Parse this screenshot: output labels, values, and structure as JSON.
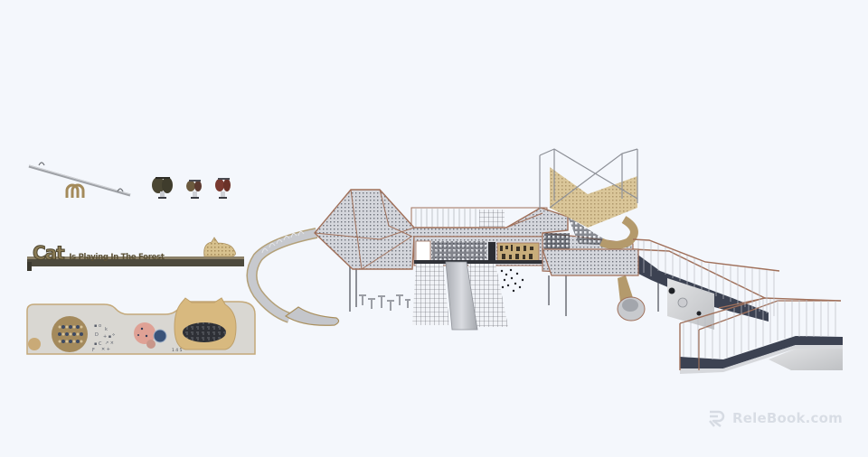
{
  "scene": {
    "description": "3D rendered cat-themed playground equipment set",
    "background_color": "#f4f7fc"
  },
  "items": {
    "seesaw": {
      "label": "seesaw"
    },
    "spring_riders": {
      "count": 3,
      "colors": [
        "#4a4633",
        "#6b4a36",
        "#7a3a30"
      ]
    },
    "sign": {
      "big_text": "Cat",
      "small_text": "Is Playing In The Forest"
    },
    "activity_panel": {
      "counter_text": "1 4 5"
    },
    "main_structure": {
      "label": "playground tower with slides and stairs"
    }
  },
  "colors": {
    "perforated_panel": "#c9ccd3",
    "copper_frame": "#a0705a",
    "wood_panel": "#c8ad7a",
    "slide_metal": "#c4c7cc",
    "slide_tan": "#b49a6c",
    "stair_dark": "#3c4252",
    "concrete": "#d2d3d5"
  },
  "watermark": {
    "text": "ReleBook.com",
    "icon": "relebook-logo-icon"
  }
}
